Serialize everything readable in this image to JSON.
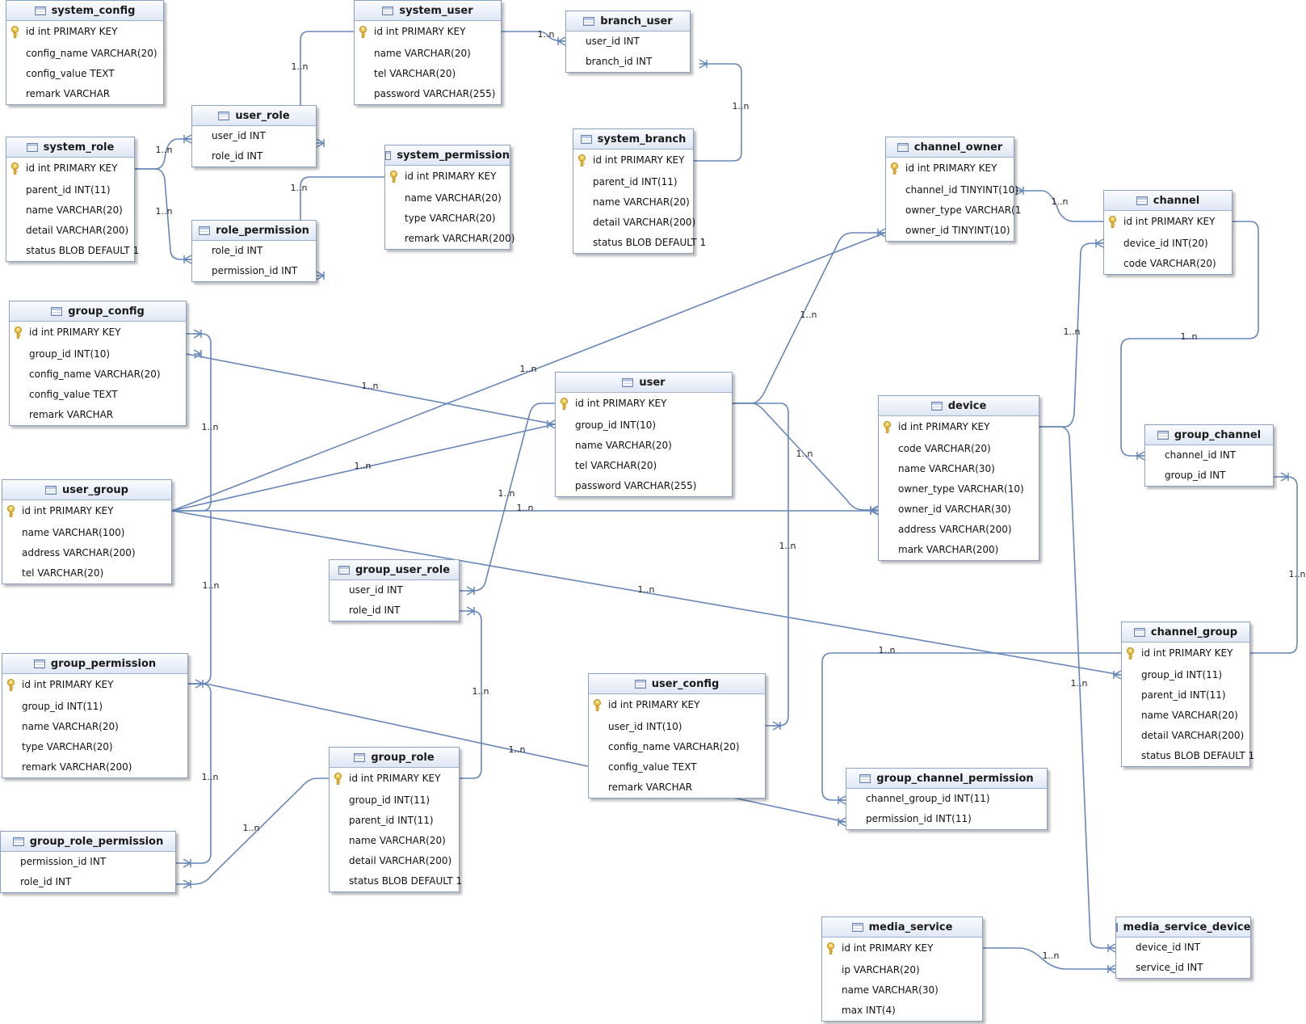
{
  "relationship_label": "1..n",
  "colors": {
    "line": "#6787bb",
    "header_bg": "#dfe7f5",
    "border": "#8aa0c4",
    "key": "#e8b63a"
  },
  "tables": {
    "system_config": {
      "name": "system_config",
      "columns": [
        "id int PRIMARY KEY",
        "config_name VARCHAR(20)",
        "config_value TEXT",
        "remark VARCHAR"
      ]
    },
    "system_user": {
      "name": "system_user",
      "columns": [
        "id int PRIMARY KEY",
        "name VARCHAR(20)",
        "tel VARCHAR(20)",
        "password VARCHAR(255)"
      ]
    },
    "branch_user": {
      "name": "branch_user",
      "columns": [
        "user_id INT",
        "branch_id INT"
      ]
    },
    "user_role": {
      "name": "user_role",
      "columns": [
        "user_id INT",
        "role_id INT"
      ]
    },
    "system_role": {
      "name": "system_role",
      "columns": [
        "id int PRIMARY KEY",
        "parent_id INT(11)",
        "name VARCHAR(20)",
        "detail VARCHAR(200)",
        "status BLOB DEFAULT 1"
      ]
    },
    "system_permission": {
      "name": "system_permission",
      "columns": [
        "id int PRIMARY KEY",
        "name VARCHAR(20)",
        "type VARCHAR(20)",
        "remark VARCHAR(200)"
      ]
    },
    "system_branch": {
      "name": "system_branch",
      "columns": [
        "id int PRIMARY KEY",
        "parent_id INT(11)",
        "name VARCHAR(20)",
        "detail VARCHAR(200)",
        "status BLOB DEFAULT 1"
      ]
    },
    "role_permission": {
      "name": "role_permission",
      "columns": [
        "role_id INT",
        "permission_id INT"
      ]
    },
    "channel_owner": {
      "name": "channel_owner",
      "columns": [
        "id int PRIMARY KEY",
        "channel_id TINYINT(10)",
        "owner_type VARCHAR(1",
        "owner_id TINYINT(10)"
      ]
    },
    "channel": {
      "name": "channel",
      "columns": [
        "id int PRIMARY KEY",
        "device_id INT(20)",
        "code VARCHAR(20)"
      ]
    },
    "group_config": {
      "name": "group_config",
      "columns": [
        "id int PRIMARY KEY",
        "group_id INT(10)",
        "config_name VARCHAR(20)",
        "config_value TEXT",
        "remark VARCHAR"
      ]
    },
    "user": {
      "name": "user",
      "columns": [
        "id int PRIMARY KEY",
        "group_id INT(10)",
        "name VARCHAR(20)",
        "tel VARCHAR(20)",
        "password VARCHAR(255)"
      ]
    },
    "device": {
      "name": "device",
      "columns": [
        "id int PRIMARY KEY",
        "code VARCHAR(20)",
        "name VARCHAR(30)",
        "owner_type VARCHAR(10)",
        "owner_id VARCHAR(30)",
        "address VARCHAR(200)",
        "mark VARCHAR(200)"
      ]
    },
    "group_channel": {
      "name": "group_channel",
      "columns": [
        "channel_id INT",
        "group_id INT"
      ]
    },
    "user_group": {
      "name": "user_group",
      "columns": [
        "id int PRIMARY KEY",
        "name VARCHAR(100)",
        "address VARCHAR(200)",
        "tel VARCHAR(20)"
      ]
    },
    "group_user_role": {
      "name": "group_user_role",
      "columns": [
        "user_id INT",
        "role_id INT"
      ]
    },
    "group_permission": {
      "name": "group_permission",
      "columns": [
        "id int PRIMARY KEY",
        "group_id INT(11)",
        "name VARCHAR(20)",
        "type VARCHAR(20)",
        "remark VARCHAR(200)"
      ]
    },
    "channel_group": {
      "name": "channel_group",
      "columns": [
        "id int PRIMARY KEY",
        "group_id INT(11)",
        "parent_id INT(11)",
        "name VARCHAR(20)",
        "detail VARCHAR(200)",
        "status BLOB DEFAULT 1"
      ]
    },
    "user_config": {
      "name": "user_config",
      "columns": [
        "id int PRIMARY KEY",
        "user_id INT(10)",
        "config_name VARCHAR(20)",
        "config_value TEXT",
        "remark VARCHAR"
      ]
    },
    "group_channel_permission": {
      "name": "group_channel_permission",
      "columns": [
        "channel_group_id INT(11)",
        "permission_id INT(11)"
      ]
    },
    "group_role": {
      "name": "group_role",
      "columns": [
        "id int PRIMARY KEY",
        "group_id INT(11)",
        "parent_id INT(11)",
        "name VARCHAR(20)",
        "detail VARCHAR(200)",
        "status BLOB DEFAULT 1"
      ]
    },
    "group_role_permission": {
      "name": "group_role_permission",
      "columns": [
        "permission_id INT",
        "role_id INT"
      ]
    },
    "media_service": {
      "name": "media_service",
      "columns": [
        "id int PRIMARY KEY",
        "ip VARCHAR(20)",
        "name VARCHAR(30)",
        "max INT(4)"
      ]
    },
    "media_service_device": {
      "name": "media_service_device",
      "columns": [
        "device_id INT",
        "service_id INT"
      ]
    }
  }
}
